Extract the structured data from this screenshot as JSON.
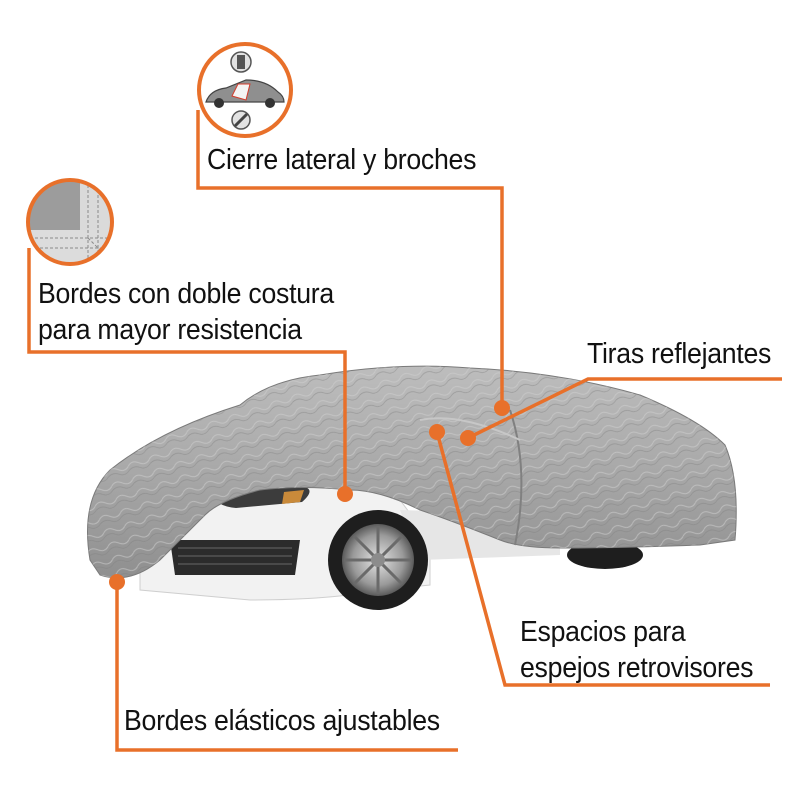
{
  "theme": {
    "accent": "#E8702A",
    "text": "#111111",
    "cover_gray": "#A9A9A9",
    "background": "#FFFFFF"
  },
  "product": {
    "subject": "car-cover-on-sedan",
    "icons": [
      "zipper-and-snap-icon",
      "double-stitch-edge-icon"
    ]
  },
  "callouts": [
    {
      "id": "side-zipper",
      "lines": [
        "Cierre lateral y broches"
      ]
    },
    {
      "id": "double-stitch",
      "lines": [
        "Bordes con doble costura",
        "para mayor resistencia"
      ]
    },
    {
      "id": "reflective-strips",
      "lines": [
        "Tiras reflejantes"
      ]
    },
    {
      "id": "mirror-pockets",
      "lines": [
        "Espacios para",
        "espejos retrovisores"
      ]
    },
    {
      "id": "elastic-edges",
      "lines": [
        "Bordes elásticos ajustables"
      ]
    }
  ]
}
